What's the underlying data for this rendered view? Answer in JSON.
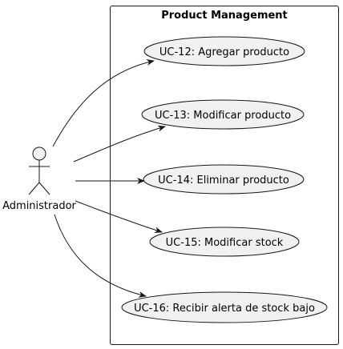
{
  "diagram": {
    "system": {
      "title": "Product Management"
    },
    "actor": {
      "label": "Administrador"
    },
    "use_cases": [
      {
        "id": "uc12",
        "label": "UC-12: Agregar producto"
      },
      {
        "id": "uc13",
        "label": "UC-13: Modificar producto"
      },
      {
        "id": "uc14",
        "label": "UC-14: Eliminar producto"
      },
      {
        "id": "uc15",
        "label": "UC-15: Modificar stock"
      },
      {
        "id": "uc16",
        "label": "UC-16: Recibir alerta de stock bajo"
      }
    ],
    "colors": {
      "use_case_fill": "#f1f1f1",
      "stroke": "#181818",
      "background": "#ffffff"
    }
  }
}
